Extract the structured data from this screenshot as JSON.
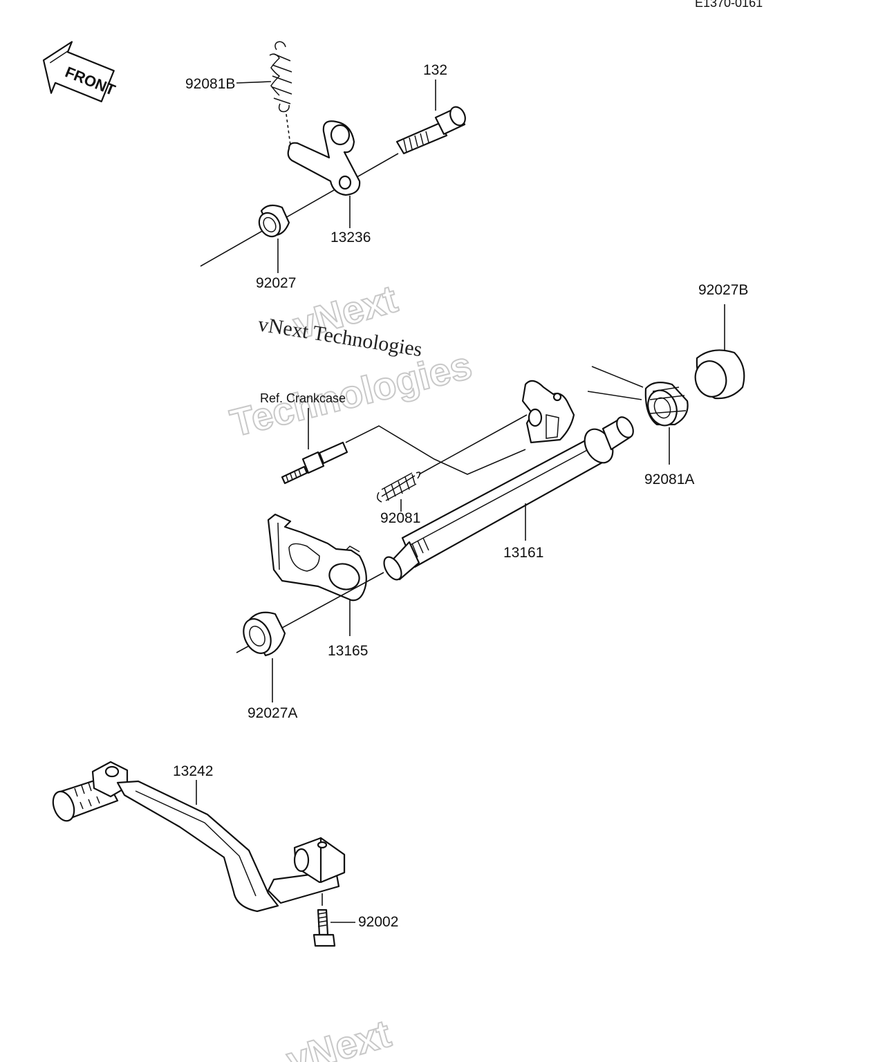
{
  "diagram_code": "E1370-0161",
  "front_label": "FRONT",
  "reference_label": "Ref. Crankcase",
  "watermark": {
    "line1": "vNext",
    "line2": "Technologies",
    "serif_text": "vNext Technologies"
  },
  "parts": [
    "92081B",
    "132",
    "13236",
    "92027",
    "92027B",
    "92081A",
    "92081",
    "13161",
    "13165",
    "92027A",
    "13242",
    "92002"
  ]
}
